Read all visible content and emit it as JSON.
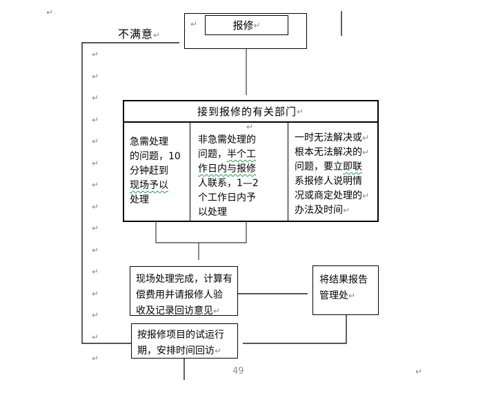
{
  "page": {
    "number": "49"
  },
  "marks": {
    "return_glyph": "↵",
    "left_column_count": 15
  },
  "colors": {
    "border_black": "#000000",
    "mark_gray": "#8a8a8a",
    "connector_gray": "#555555",
    "squiggle_green": "#1e9e44",
    "page_number_gray": "#909090"
  },
  "flow": {
    "feedback_label": "不满意",
    "start_box": {
      "title": "报修"
    },
    "receive_box": {
      "title": "接到报修的有关部门"
    },
    "columns": [
      {
        "lines": [
          "急需处理",
          "的问题，10",
          "分钟赶到",
          {
            "mark": "现场予以"
          },
          "处理"
        ]
      },
      {
        "lines": [
          "非急需处理的",
          {
            "pre": "问题，",
            "mark": "半个工"
          },
          {
            "mark": "作日内与报修"
          },
          "人联系，1—2",
          "个工作日内予",
          "以处理"
        ]
      },
      {
        "lines": [
          "一时无法解决或",
          "根本无法解决的",
          {
            "pre": "问题，要立",
            "mark": "即联"
          },
          "系报修人说明情",
          "况或商定处理的",
          "办法及时间"
        ]
      }
    ],
    "onsite_box": {
      "lines": [
        "现场处理完成，计算有",
        "偿费用并请报修人验",
        "收及记录回访意见"
      ]
    },
    "report_box": {
      "lines": [
        "将结果报告",
        "管理处"
      ]
    },
    "revisit_box": {
      "lines": [
        "按报修项目的试运行",
        "期，安排时间回访"
      ]
    }
  }
}
